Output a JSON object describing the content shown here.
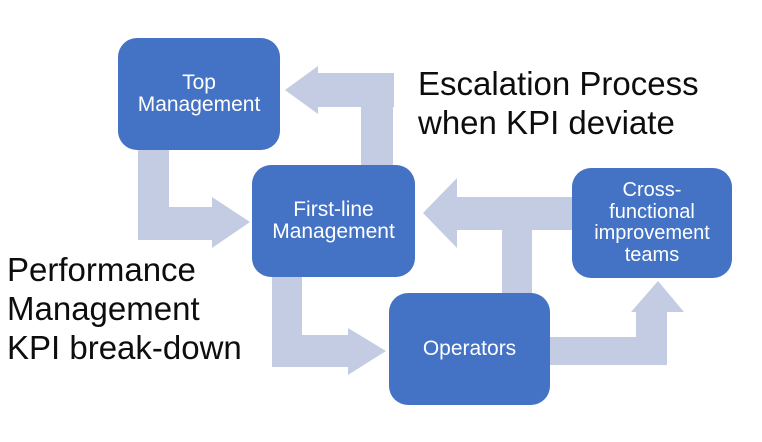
{
  "colors": {
    "node_fill": "#4472C4",
    "node_text": "#FFFFFF",
    "arrow_fill": "#C4CCE4",
    "label_text": "#0D0D0D",
    "background": "#FFFFFF"
  },
  "nodes": [
    {
      "id": "top-management",
      "label": "Top\nManagement"
    },
    {
      "id": "first-line-management",
      "label": "First-line\nManagement"
    },
    {
      "id": "operators",
      "label": "Operators"
    },
    {
      "id": "cross-functional-improvement-teams",
      "label": "Cross-\nfunctional\nimprovement\nteams"
    }
  ],
  "labels": {
    "escalation": "Escalation Process\nwhen KPI deviate",
    "performance": "Performance\nManagement\nKPI break-down"
  },
  "arrows": [
    {
      "id": "first-line-to-top",
      "from": "First-line Management",
      "to": "Top Management"
    },
    {
      "id": "top-to-first-line",
      "from": "Top Management",
      "to": "First-line Management"
    },
    {
      "id": "first-line-to-operators",
      "from": "First-line Management",
      "to": "Operators"
    },
    {
      "id": "operators-to-cross-functional",
      "from": "Operators",
      "to": "Cross-functional improvement teams"
    },
    {
      "id": "cross-functional-to-first-line",
      "from": "Cross-functional improvement teams",
      "to": "First-line Management"
    }
  ]
}
